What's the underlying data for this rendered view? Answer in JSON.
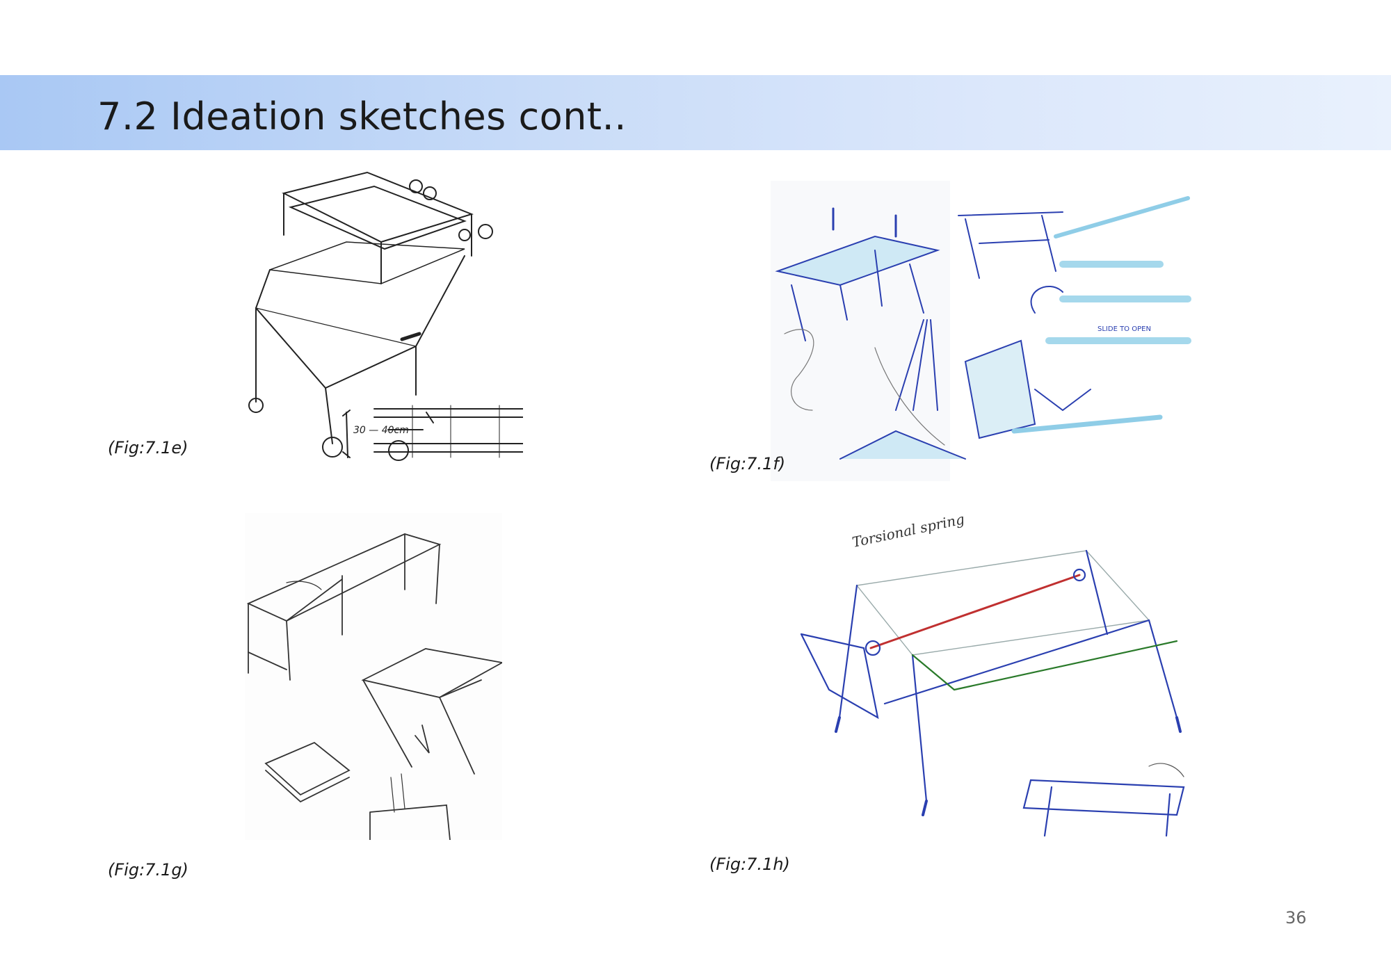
{
  "header": {
    "title": "7.2 Ideation sketches cont.."
  },
  "figures": [
    {
      "caption": "(Fig:7.1e)",
      "alt": "Sketch of a wheeled folding table frame with dimension notes",
      "handwriting": "30 — 40cm"
    },
    {
      "caption": "(Fig:7.1f)",
      "alt": "Blue marker sketches of a folding easel table and sliding joint details",
      "handwriting": "SLIDE TO OPEN"
    },
    {
      "caption": "(Fig:7.1g)",
      "alt": "Pencil sketches of a folding table with pull-out leaves",
      "handwriting": ""
    },
    {
      "caption": "(Fig:7.1h)",
      "alt": "Ballpoint sketch of a table frame with torsional spring mechanism",
      "handwriting": "Torsional spring"
    }
  ],
  "page": {
    "number": "36"
  },
  "colors": {
    "band_start": "#a9c8f4",
    "band_end": "#e9f1fd",
    "ink": "#1a1a1a",
    "pen_blue": "#2a3fb0",
    "marker_blue": "#7cc4e4"
  }
}
